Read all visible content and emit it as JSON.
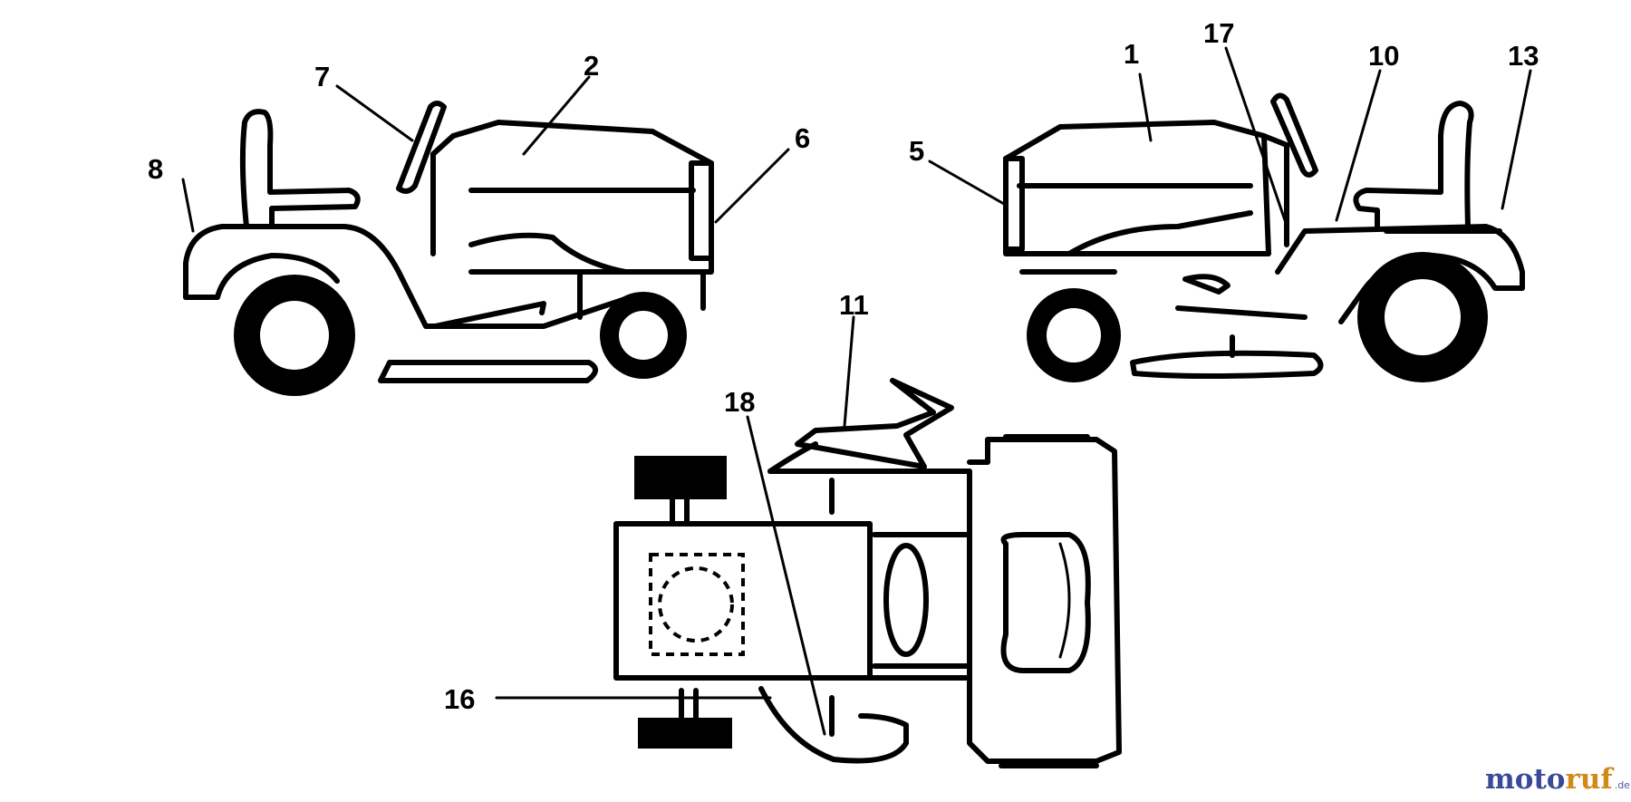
{
  "diagram": {
    "callouts": {
      "left_view": [
        "8",
        "7",
        "2",
        "6"
      ],
      "right_view": [
        "5",
        "1",
        "17",
        "10",
        "13"
      ],
      "top_view": [
        "11",
        "18",
        "16"
      ]
    }
  },
  "watermark": {
    "parts": [
      "moto",
      "ruf",
      ".de"
    ],
    "colors": {
      "moto": "#3a4a9a",
      "ruf": "#d08a1a",
      "de": "#4a5aa0"
    }
  }
}
